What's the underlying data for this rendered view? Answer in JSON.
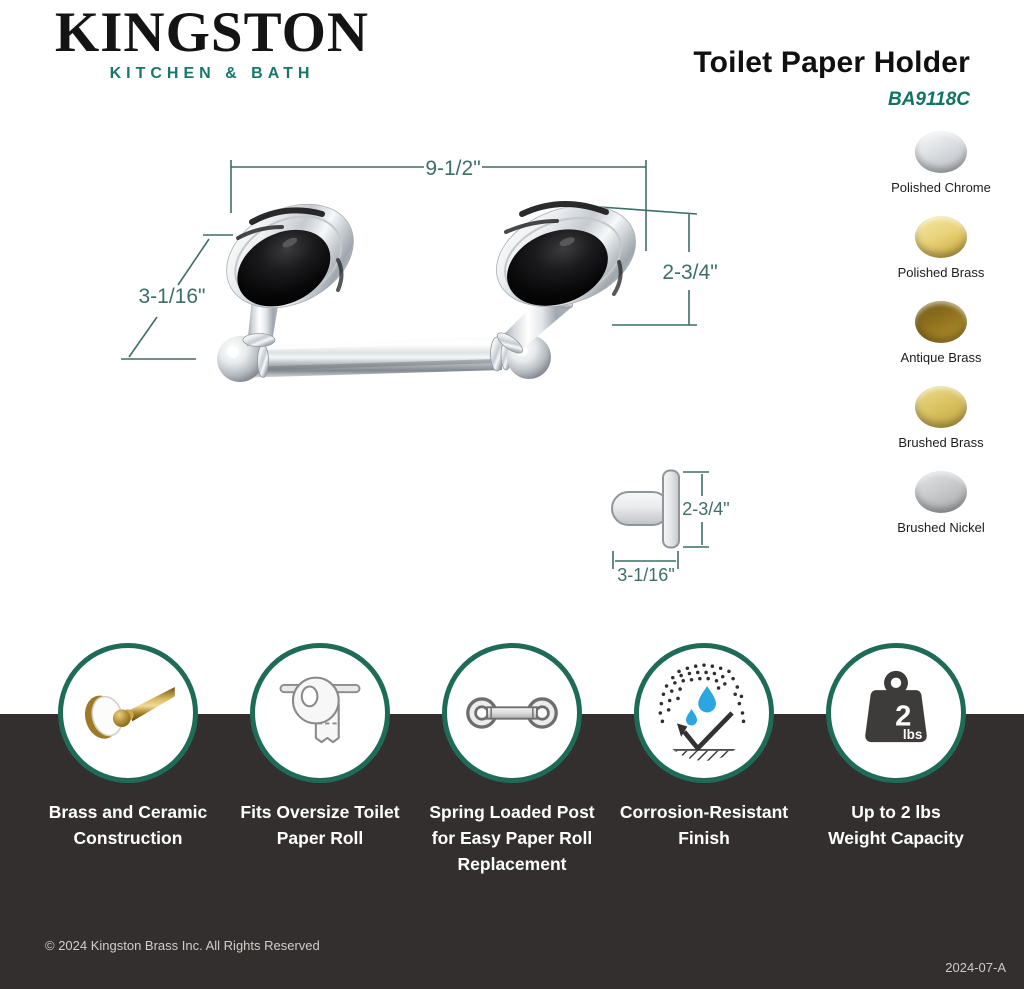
{
  "brand": {
    "name": "KINGSTON",
    "tagline": "KITCHEN & BATH"
  },
  "product": {
    "title": "Toilet Paper Holder",
    "model": "BA9118C"
  },
  "dimensions": {
    "front": {
      "width": "9-1/2\"",
      "height": "2-3/4\"",
      "depth": "3-1/16\""
    },
    "side": {
      "height": "2-3/4\"",
      "depth": "3-1/16\""
    }
  },
  "finishes": [
    {
      "name": "Polished Chrome",
      "gradient": [
        "#fafbfc",
        "#d9dcdf",
        "#b3b7bc"
      ]
    },
    {
      "name": "Polished Brass",
      "gradient": [
        "#f6eaa9",
        "#e8d176",
        "#c7a338"
      ]
    },
    {
      "name": "Antique Brass",
      "gradient": [
        "#6f5a16",
        "#93741f",
        "#b8952f"
      ]
    },
    {
      "name": "Brushed Brass",
      "gradient": [
        "#eedd90",
        "#d9c160",
        "#c0a642"
      ]
    },
    {
      "name": "Brushed Nickel",
      "gradient": [
        "#e4e5e7",
        "#c6c8ca",
        "#a5a7aa"
      ]
    }
  ],
  "features": [
    {
      "icon": "brass-bar-icon",
      "label": "Brass and Ceramic\nConstruction"
    },
    {
      "icon": "paper-roll-icon",
      "label": "Fits Oversize Toilet\nPaper Roll"
    },
    {
      "icon": "spring-post-icon",
      "label": "Spring Loaded Post\nfor Easy Paper Roll\nReplacement"
    },
    {
      "icon": "corrosion-icon",
      "label": "Corrosion-Resistant\nFinish"
    },
    {
      "icon": "weight-icon",
      "label": "Up to 2 lbs\nWeight Capacity"
    }
  ],
  "weight_icon": {
    "value": "2",
    "unit": "lbs"
  },
  "footer": {
    "copyright": "© 2024 Kingston Brass Inc. All Rights Reserved",
    "doc_code": "2024-07-A"
  },
  "colors": {
    "accent_teal": "#17786a",
    "dimension_teal": "#3d6e67",
    "circle_ring": "#1e6b58",
    "band_dark": "#332f2e",
    "drop_blue": "#2aa6e0"
  }
}
